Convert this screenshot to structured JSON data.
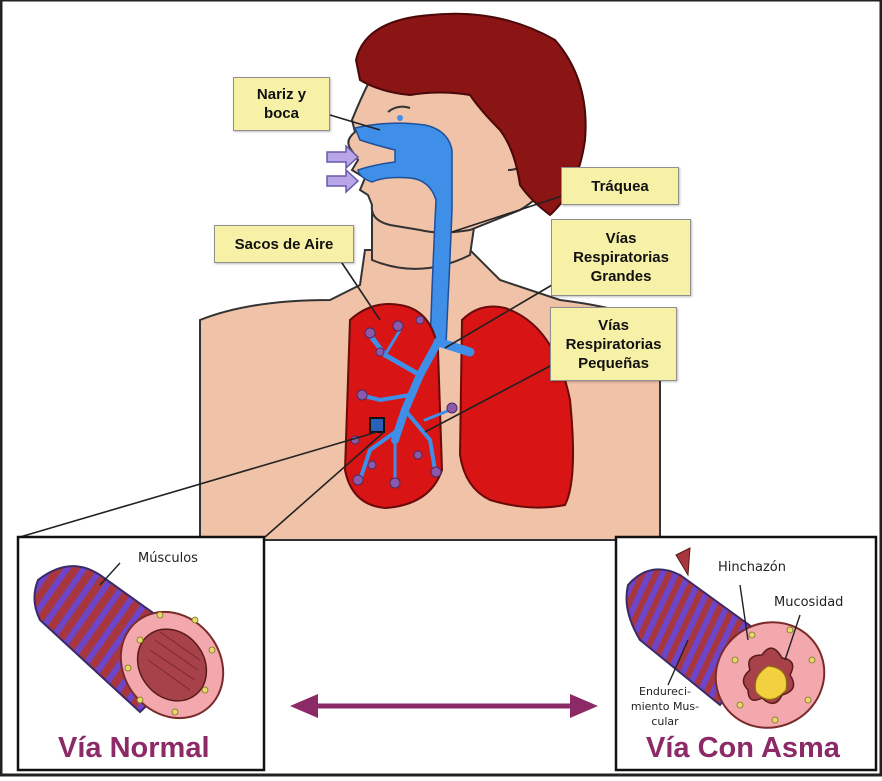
{
  "colors": {
    "airway_blue": "#3f8fe8",
    "lung_red": "#d81414",
    "skin": "#f0c2a8",
    "hair": "#8b1414",
    "callout_fill": "#f6f1a6",
    "caption_purple": "#8b2a66",
    "arrow": "#8b2a66",
    "muscle_purple": "#6c45c8",
    "tube_red": "#a7363f",
    "mucus_yellow": "#f3d040"
  },
  "labels": {
    "nose_mouth": "Nariz y\nboca",
    "trachea": "Tráquea",
    "air_sacs": "Sacos de Aire",
    "large_airways": "Vías\nRespiratorias\nGrandes",
    "small_airways": "Vías\nRespiratorias\nPequeñas"
  },
  "normal_panel": {
    "muscles_label": "Músculos",
    "caption": "Vía Normal"
  },
  "asthma_panel": {
    "swelling_label": "Hinchazón",
    "mucus_label": "Mucosidad",
    "muscle_tightening_label": "Endureci-\nmiento Mus-\ncular",
    "caption": "Vía Con Asma"
  },
  "comparison_arrow": "double-headed-arrow"
}
